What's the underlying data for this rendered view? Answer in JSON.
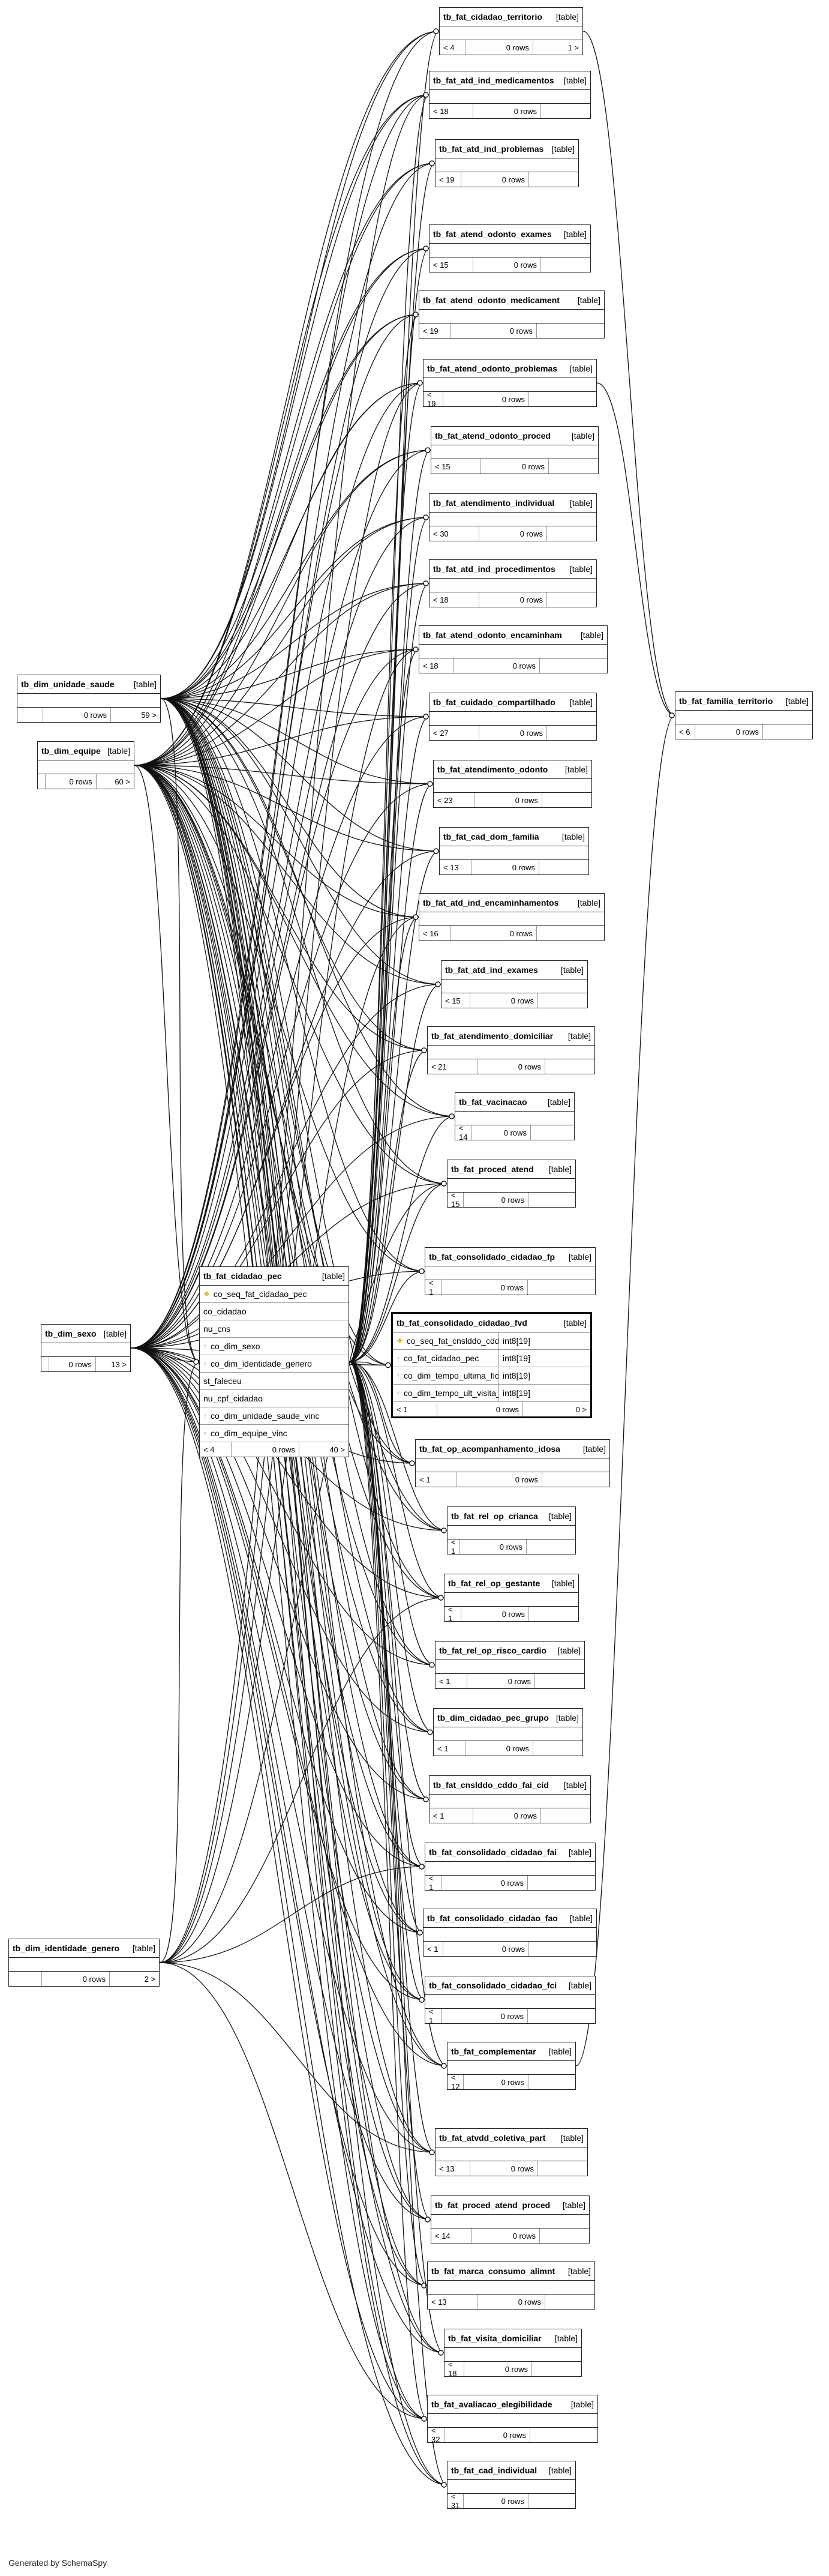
{
  "footer": "Generated by SchemaSpy",
  "tables": [
    {
      "name": "tb_fat_cidadao_territorio",
      "type": "[table]",
      "pre": "< 4",
      "rows": "0 rows",
      "post": "1 >"
    },
    {
      "name": "tb_fat_atd_ind_medicamentos",
      "type": "[table]",
      "pre": "< 18",
      "rows": "0 rows",
      "post": ""
    },
    {
      "name": "tb_fat_atd_ind_problemas",
      "type": "[table]",
      "pre": "< 19",
      "rows": "0 rows",
      "post": ""
    },
    {
      "name": "tb_fat_atend_odonto_exames",
      "type": "[table]",
      "pre": "< 15",
      "rows": "0 rows",
      "post": ""
    },
    {
      "name": "tb_fat_atend_odonto_medicament",
      "type": "[table]",
      "pre": "< 19",
      "rows": "0 rows",
      "post": ""
    },
    {
      "name": "tb_fat_atend_odonto_problemas",
      "type": "[table]",
      "pre": "< 19",
      "rows": "0 rows",
      "post": ""
    },
    {
      "name": "tb_fat_atend_odonto_proced",
      "type": "[table]",
      "pre": "< 15",
      "rows": "0 rows",
      "post": ""
    },
    {
      "name": "tb_fat_atendimento_individual",
      "type": "[table]",
      "pre": "< 30",
      "rows": "0 rows",
      "post": ""
    },
    {
      "name": "tb_fat_atd_ind_procedimentos",
      "type": "[table]",
      "pre": "< 18",
      "rows": "0 rows",
      "post": ""
    },
    {
      "name": "tb_fat_atend_odonto_encaminham",
      "type": "[table]",
      "pre": "< 18",
      "rows": "0 rows",
      "post": ""
    },
    {
      "name": "tb_fat_cuidado_compartilhado",
      "type": "[table]",
      "pre": "< 27",
      "rows": "0 rows",
      "post": ""
    },
    {
      "name": "tb_fat_atendimento_odonto",
      "type": "[table]",
      "pre": "< 23",
      "rows": "0 rows",
      "post": ""
    },
    {
      "name": "tb_fat_cad_dom_familia",
      "type": "[table]",
      "pre": "< 13",
      "rows": "0 rows",
      "post": ""
    },
    {
      "name": "tb_fat_atd_ind_encaminhamentos",
      "type": "[table]",
      "pre": "< 16",
      "rows": "0 rows",
      "post": ""
    },
    {
      "name": "tb_fat_atd_ind_exames",
      "type": "[table]",
      "pre": "< 15",
      "rows": "0 rows",
      "post": ""
    },
    {
      "name": "tb_fat_atendimento_domiciliar",
      "type": "[table]",
      "pre": "< 21",
      "rows": "0 rows",
      "post": ""
    },
    {
      "name": "tb_fat_vacinacao",
      "type": "[table]",
      "pre": "< 14",
      "rows": "0 rows",
      "post": ""
    },
    {
      "name": "tb_fat_proced_atend",
      "type": "[table]",
      "pre": "< 15",
      "rows": "0 rows",
      "post": ""
    },
    {
      "name": "tb_fat_consolidado_cidadao_fp",
      "type": "[table]",
      "pre": "< 1",
      "rows": "0 rows",
      "post": ""
    },
    {
      "name": "tb_fat_op_acompanhamento_idosa",
      "type": "[table]",
      "pre": "< 1",
      "rows": "0 rows",
      "post": ""
    },
    {
      "name": "tb_fat_rel_op_crianca",
      "type": "[table]",
      "pre": "< 1",
      "rows": "0 rows",
      "post": ""
    },
    {
      "name": "tb_fat_rel_op_gestante",
      "type": "[table]",
      "pre": "< 1",
      "rows": "0 rows",
      "post": ""
    },
    {
      "name": "tb_fat_rel_op_risco_cardio",
      "type": "[table]",
      "pre": "< 1",
      "rows": "0 rows",
      "post": ""
    },
    {
      "name": "tb_dim_cidadao_pec_grupo",
      "type": "[table]",
      "pre": "< 1",
      "rows": "0 rows",
      "post": ""
    },
    {
      "name": "tb_fat_cnslddo_cddo_fai_cid",
      "type": "[table]",
      "pre": "< 1",
      "rows": "0 rows",
      "post": ""
    },
    {
      "name": "tb_fat_consolidado_cidadao_fai",
      "type": "[table]",
      "pre": "< 1",
      "rows": "0 rows",
      "post": ""
    },
    {
      "name": "tb_fat_consolidado_cidadao_fao",
      "type": "[table]",
      "pre": "< 1",
      "rows": "0 rows",
      "post": ""
    },
    {
      "name": "tb_fat_consolidado_cidadao_fci",
      "type": "[table]",
      "pre": "< 1",
      "rows": "0 rows",
      "post": ""
    },
    {
      "name": "tb_fat_complementar",
      "type": "[table]",
      "pre": "< 12",
      "rows": "0 rows",
      "post": ""
    },
    {
      "name": "tb_fat_atvdd_coletiva_part",
      "type": "[table]",
      "pre": "< 13",
      "rows": "0 rows",
      "post": ""
    },
    {
      "name": "tb_fat_proced_atend_proced",
      "type": "[table]",
      "pre": "< 14",
      "rows": "0 rows",
      "post": ""
    },
    {
      "name": "tb_fat_marca_consumo_alimnt",
      "type": "[table]",
      "pre": "< 13",
      "rows": "0 rows",
      "post": ""
    },
    {
      "name": "tb_fat_visita_domiciliar",
      "type": "[table]",
      "pre": "< 18",
      "rows": "0 rows",
      "post": ""
    },
    {
      "name": "tb_fat_avaliacao_elegibilidade",
      "type": "[table]",
      "pre": "< 32",
      "rows": "0 rows",
      "post": ""
    },
    {
      "name": "tb_fat_cad_individual",
      "type": "[table]",
      "pre": "< 31",
      "rows": "0 rows",
      "post": ""
    },
    {
      "name": "tb_fat_familia_territorio",
      "type": "[table]",
      "pre": "< 6",
      "rows": "0 rows",
      "post": ""
    },
    {
      "name": "tb_dim_unidade_saude",
      "type": "[table]",
      "pre": "",
      "rows": "0 rows",
      "post": "59 >"
    },
    {
      "name": "tb_dim_equipe",
      "type": "[table]",
      "pre": "",
      "rows": "0 rows",
      "post": "60 >"
    },
    {
      "name": "tb_dim_sexo",
      "type": "[table]",
      "pre": "",
      "rows": "0 rows",
      "post": "13 >"
    },
    {
      "name": "tb_dim_identidade_genero",
      "type": "[table]",
      "pre": "",
      "rows": "0 rows",
      "post": "2 >"
    },
    {
      "name": "tb_fat_cidadao_pec",
      "type": "[table]",
      "pre": "< 4",
      "rows": "0 rows",
      "post": "40 >",
      "columns": [
        "co_seq_fat_cidadao_pec",
        "co_cidadao",
        "nu_cns",
        "co_dim_sexo",
        "co_dim_identidade_genero",
        "st_faleceu",
        "nu_cpf_cidadao",
        "co_dim_unidade_saude_vinc",
        "co_dim_equipe_vinc"
      ]
    },
    {
      "name": "tb_fat_consolidado_cidadao_fvd",
      "type": "[table]",
      "pre": "< 1",
      "rows": "0 rows",
      "post": "0 >",
      "columns": [
        {
          "name": "co_seq_fat_cnslddo_cddo_fvd",
          "type": "int8[19]"
        },
        {
          "name": "co_fat_cidadao_pec",
          "type": "int8[19]"
        },
        {
          "name": "co_dim_tempo_ultima_ficha",
          "type": "int8[19]"
        },
        {
          "name": "co_dim_tempo_ult_visita_acs",
          "type": "int8[19]"
        }
      ]
    }
  ]
}
